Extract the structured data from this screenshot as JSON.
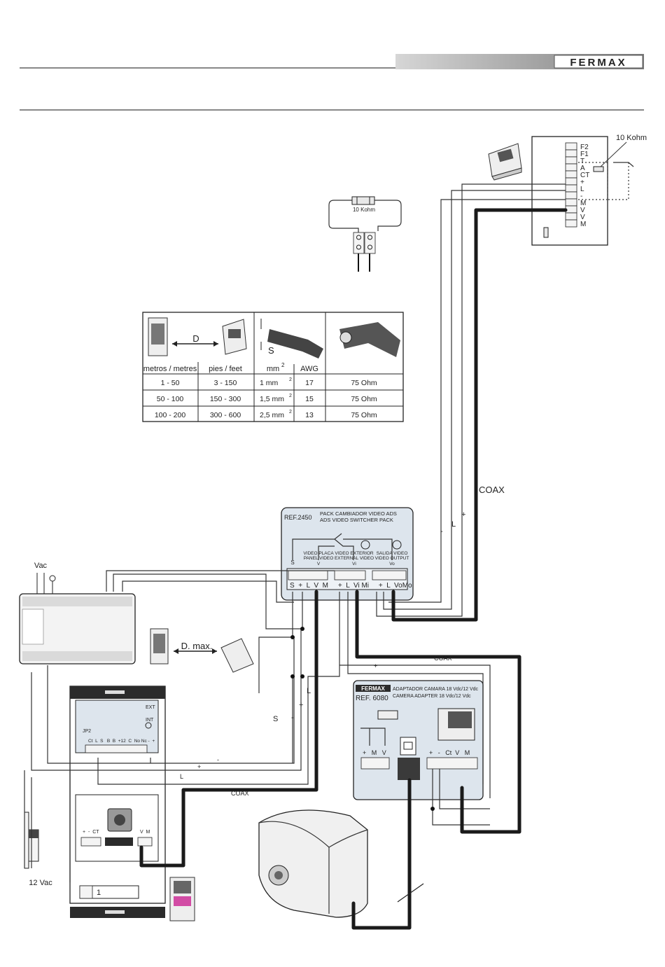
{
  "brand": {
    "logo": "FERMAX"
  },
  "resistor_detail": {
    "label": "10 Kohm"
  },
  "monitor_block": {
    "resistor_label": "10 Kohm",
    "terminals": [
      "F2",
      "F1",
      "T",
      "A",
      "CT",
      "+",
      "L",
      "-",
      "M",
      "V",
      "V",
      "M"
    ]
  },
  "cable_table": {
    "distance_symbol": "D",
    "section_symbol": "S",
    "headers": [
      "metros / metres",
      "pies / feet",
      "mm",
      "AWG"
    ],
    "rows": [
      [
        "1 - 50",
        "3  -  150",
        "1      mm",
        "17",
        "75 Ohm"
      ],
      [
        "50 - 100",
        "150  -  300",
        "1,5  mm",
        "15",
        "75 Ohm"
      ],
      [
        "100 - 200",
        "300  -  600",
        "2,5  mm",
        "13",
        "75 Ohm"
      ]
    ],
    "superscript": "2"
  },
  "switcher": {
    "ref": "REF.2450",
    "title_es": "PACK CAMBIADOR VIDEO ADS",
    "title_en": "ADS VIDEO SWITCHER PACK",
    "inputs": [
      {
        "line1": "VIDEO PLACA",
        "line2": "PANEL VIDEO",
        "line3": "V"
      },
      {
        "line1": "VIDEO EXTERIOR",
        "line2": "EXTERNAL VIDEO",
        "line3": "Vi"
      },
      {
        "line1": "SALIDA VIDEO",
        "line2": "VIDEO OUTPUT",
        "line3": "Vo"
      }
    ],
    "s_label": "S",
    "terminals": "S  +  L  V  M     +  L  Vi Mi     +  L  VoMo"
  },
  "adapter": {
    "brand": "FERMAX",
    "title_es": "ADAPTADOR CAMARA 18 Vdc/12 Vdc",
    "ref": "REF. 6080",
    "title_en": "CAMERA ADAPTER 18 Vdc/12 Vdc",
    "terminals_left": "+   M   V",
    "terminals_right": "+   -   Ct  V   M"
  },
  "power_supply": {
    "input_label": "Vac"
  },
  "distance": {
    "label": "D. max."
  },
  "amplifier": {
    "jp_label": "JP2",
    "ext_label": "EXT",
    "int_label": "INT",
    "terminals": "Ct  L  S   B  B  +12  C  No Nc -  +"
  },
  "door_panel": {
    "terminals_left": "+  -  CT",
    "terminals_right": "V  M",
    "button_number": "1"
  },
  "lock": {
    "label": "12 Vac"
  },
  "wire_labels": {
    "coax_top": "COAX",
    "coax_mid": "COAX",
    "coax_bottom": "COAX",
    "minus_riser": "-",
    "plus_riser": "+",
    "l_riser": "L",
    "plus_adapter": "+",
    "l_vertical": "L",
    "plus_vertical": "+",
    "minus_vertical": "-",
    "s_vertical": "S",
    "minus_bottom": "-",
    "plus_bottom": "+",
    "l_bottom": "L"
  }
}
